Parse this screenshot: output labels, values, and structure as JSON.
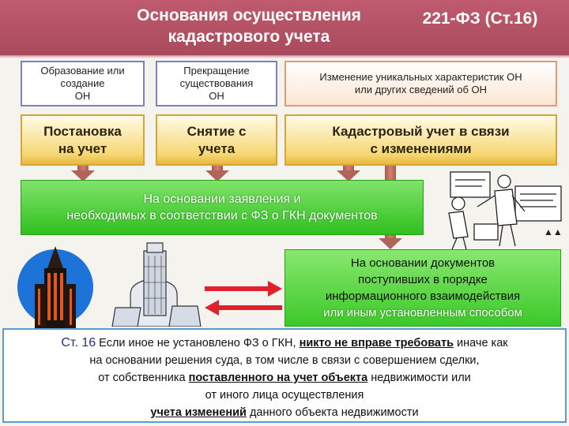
{
  "header": {
    "title_line1": "Основания осуществления",
    "title_line2": "кадастрового учета",
    "law": "221-ФЗ (Ст.16)"
  },
  "top_boxes": [
    {
      "line1": "Образование или",
      "line2": "создание",
      "line3": "ОН"
    },
    {
      "line1": "Прекращение",
      "line2": "существования",
      "line3": "ОН"
    },
    {
      "line1": "Изменение уникальных характеристик ОН",
      "line2": "или других сведений об ОН"
    }
  ],
  "mid_boxes": [
    {
      "line1": "Постановка",
      "line2": "на учет"
    },
    {
      "line1": "Снятие с",
      "line2": "учета"
    },
    {
      "line1": "Кадастровый учет в связи",
      "line2": "с изменениями"
    }
  ],
  "green_box_1": {
    "line1": "На основании заявления и",
    "line2": "необходимых в соответствии с ФЗ о ГКН документов"
  },
  "green_box_2": {
    "line1": "На основании документов",
    "line2": "поступивших в порядке",
    "line3": "информационного взаимодействия",
    "line4": "или иным установленным способом"
  },
  "bottom_note": {
    "article": "Ст. 16",
    "p1": " Если иное не установлено ФЗ о ГКН, ",
    "p2": "никто не вправе требовать",
    "p3": " иначе как",
    "line2": "на основании решения суда, в том числе в связи с совершением сделки,",
    "l3a": "от собственника ",
    "l3b": "поставленного на учет объекта",
    "l3c": " недвижимости или",
    "line4": "от иного лица осуществления",
    "l5a": "учета изменений",
    "l5b": " данного объекта недвижимости"
  },
  "colors": {
    "header": "#b4505f",
    "green": "#3cc828",
    "gold": "#f6d774",
    "arrow_brown": "#b1655a",
    "exchange_arrows": "#e0202a"
  },
  "icons": [
    "skyscraper-illustration",
    "tower-building-illustration",
    "office-workers-illustration",
    "exchange-arrows-icon"
  ]
}
